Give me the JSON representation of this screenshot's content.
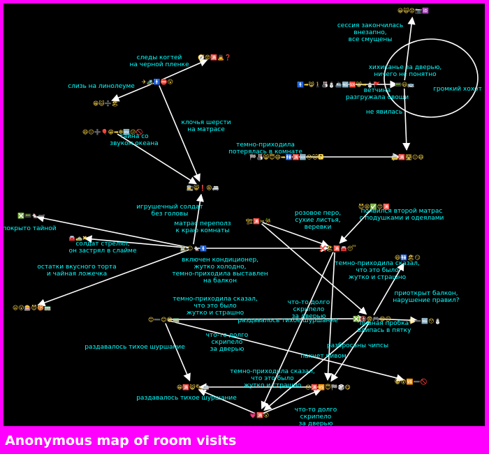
{
  "caption": "Anonymous map of room visits",
  "node_color": "#ffd94a",
  "edge_color": "#ffffff",
  "label_color": "#00ffff",
  "nodes": [
    {
      "id": "n1",
      "glyphs": "😀🙀😟📷🆔"
    },
    {
      "id": "n2",
      "glyphs": "🧭😡🈵🙇❓"
    },
    {
      "id": "n3",
      "glyphs": "✈🚜🚹⛔😮"
    },
    {
      "id": "n4",
      "glyphs": "😁🐱➗🏖"
    },
    {
      "id": "n5",
      "glyphs": "🚹➡😸🚶🎳⛄🚢🆖🆘😸➡⛄🚩"
    },
    {
      "id": "n6",
      "glyphs": "📟😃🚌"
    },
    {
      "id": "n7",
      "glyphs": "😆😐➕🎈😁➡❇🆕😕🚫"
    },
    {
      "id": "n8",
      "glyphs": "🏁🎳😸😇😄➡🚻🈵🆕😯🐱🅿"
    },
    {
      "id": "n9",
      "glyphs": "🚋🈵🛣😐😄"
    },
    {
      "id": "n10",
      "glyphs": "🚉😸❗😩🚐"
    },
    {
      "id": "n11",
      "glyphs": "❎📟🐁➖"
    },
    {
      "id": "n12",
      "glyphs": "🚘🚕✖"
    },
    {
      "id": "n13",
      "glyphs": "🏗🈵✂🎋"
    },
    {
      "id": "n14",
      "glyphs": "😈😫✅😍🈵"
    },
    {
      "id": "n15",
      "glyphs": "🚉😐🐁🚹"
    },
    {
      "id": "n16",
      "glyphs": "❌🏖🈵🚘😴"
    },
    {
      "id": "n17",
      "glyphs": "❎🚯😨🎮😆😐"
    },
    {
      "id": "n18",
      "glyphs": "😦😮🎰😈🍪🚃"
    },
    {
      "id": "n19",
      "glyphs": "😃➖🆖😯⛄"
    },
    {
      "id": "n20",
      "glyphs": "😆🚻🏖😏"
    },
    {
      "id": "n21",
      "glyphs": "😊➖😊😄🚃"
    },
    {
      "id": "n22",
      "glyphs": "😸😵🆚➖🚫"
    },
    {
      "id": "n23",
      "glyphs": "😁🈵😸🗞🚐"
    },
    {
      "id": "n24",
      "glyphs": "😯🈵🆚😇🏁🎲😋"
    },
    {
      "id": "n25",
      "glyphs": "💗🈵😮"
    }
  ],
  "labels": [
    {
      "id": "l1",
      "lines": [
        "сессия закончилась",
        "внезапно,",
        "все смущены"
      ]
    },
    {
      "id": "l2",
      "lines": [
        "следы когтей",
        "на черной пленке"
      ]
    },
    {
      "id": "l3",
      "lines": [
        "хихиканье за дверью,",
        "ничего не понятно"
      ]
    },
    {
      "id": "l4",
      "lines": [
        "слизь на линолеуме"
      ]
    },
    {
      "id": "l5",
      "lines": [
        "ветчина",
        "разгружала овощи"
      ]
    },
    {
      "id": "l6",
      "lines": [
        "громкий хохот"
      ]
    },
    {
      "id": "l7",
      "lines": [
        "не явилась"
      ]
    },
    {
      "id": "l8",
      "lines": [
        "клочья шерсти",
        "на матрасе"
      ]
    },
    {
      "id": "l9",
      "lines": [
        "тайна со",
        "звуком океана"
      ]
    },
    {
      "id": "l10",
      "lines": [
        "темно-приходила",
        "потерялась в комнате"
      ]
    },
    {
      "id": "l11",
      "lines": [
        "игрушечный солдат",
        "без головы"
      ]
    },
    {
      "id": "l12",
      "lines": [
        "матрас переполз",
        "к краю комнаты"
      ]
    },
    {
      "id": "l13",
      "lines": [
        "розовое перо,",
        "сухие листья,",
        "веревки"
      ]
    },
    {
      "id": "l14",
      "lines": [
        "появился второй матрас",
        "с подушками и одеялами"
      ]
    },
    {
      "id": "l15",
      "lines": [
        "покрыто тайной"
      ]
    },
    {
      "id": "l16",
      "lines": [
        "солдат стрелял,",
        "он застрял в слайме"
      ]
    },
    {
      "id": "l17",
      "lines": [
        "остатки вкусного торта",
        "и чайная ложечка"
      ]
    },
    {
      "id": "l18",
      "lines": [
        "включен кондиционер,",
        "жутко холодно,",
        "темно-приходила выставлен",
        "на балкон"
      ]
    },
    {
      "id": "l19",
      "lines": [
        "темно-приходила сказал,",
        "что это было",
        "жутко и страшно"
      ]
    },
    {
      "id": "l20",
      "lines": [
        "приоткрыт балкон,",
        "нарушение правил?"
      ]
    },
    {
      "id": "l21",
      "lines": [
        "темно-приходила сказал,",
        "что это было",
        "жутко и страшно"
      ]
    },
    {
      "id": "l22",
      "lines": [
        "что-то долго",
        "скрипело",
        "за дверью"
      ]
    },
    {
      "id": "l23",
      "lines": [
        "раздавалось тихое шуршание"
      ]
    },
    {
      "id": "l24",
      "lines": [
        "пивная пробка",
        "влипась в пятку"
      ]
    },
    {
      "id": "l25",
      "lines": [
        "что-то долго",
        "скрипело",
        "за дверью"
      ]
    },
    {
      "id": "l26",
      "lines": [
        "раздавалось тихое шуршание"
      ]
    },
    {
      "id": "l27",
      "lines": [
        "разбросаны чипсы"
      ]
    },
    {
      "id": "l28",
      "lines": [
        "пахнет пивом"
      ]
    },
    {
      "id": "l29",
      "lines": [
        "темно-приходила сказал,",
        "что это было",
        "жутко и страшно"
      ]
    },
    {
      "id": "l30",
      "lines": [
        "раздавалось тихое шуршание"
      ]
    },
    {
      "id": "l31",
      "lines": [
        "что-то долго",
        "скрипело",
        "за дверью"
      ]
    }
  ],
  "edges": [
    {
      "from": "n6",
      "to": "n1"
    },
    {
      "from": "n5",
      "to": "n6"
    },
    {
      "from": "n6",
      "to": "n9"
    },
    {
      "from": "n3",
      "to": "n2"
    },
    {
      "from": "n3",
      "to": "n4"
    },
    {
      "from": "n3",
      "to": "n10"
    },
    {
      "from": "n7",
      "to": "n10"
    },
    {
      "from": "n8",
      "to": "n9"
    },
    {
      "from": "n6",
      "to": "n6",
      "loop": true
    },
    {
      "from": "n15",
      "to": "n10"
    },
    {
      "from": "n15",
      "to": "n11"
    },
    {
      "from": "n15",
      "to": "n12"
    },
    {
      "from": "n15",
      "to": "n18"
    },
    {
      "from": "n15",
      "to": "n16"
    },
    {
      "from": "n13",
      "to": "n16"
    },
    {
      "from": "n14",
      "to": "n16"
    },
    {
      "from": "n13",
      "to": "n17"
    },
    {
      "from": "n16",
      "to": "n24"
    },
    {
      "from": "n17",
      "to": "n24"
    },
    {
      "from": "n17",
      "to": "n19"
    },
    {
      "from": "n17",
      "to": "n20"
    },
    {
      "from": "n21",
      "to": "n17"
    },
    {
      "from": "n21",
      "to": "n22"
    },
    {
      "from": "n21",
      "to": "n23"
    },
    {
      "from": "n24",
      "to": "n23"
    },
    {
      "from": "n25",
      "to": "n23"
    },
    {
      "from": "n25",
      "to": "n24"
    },
    {
      "from": "n16",
      "to": "n25"
    },
    {
      "from": "n17",
      "to": "n25"
    }
  ]
}
